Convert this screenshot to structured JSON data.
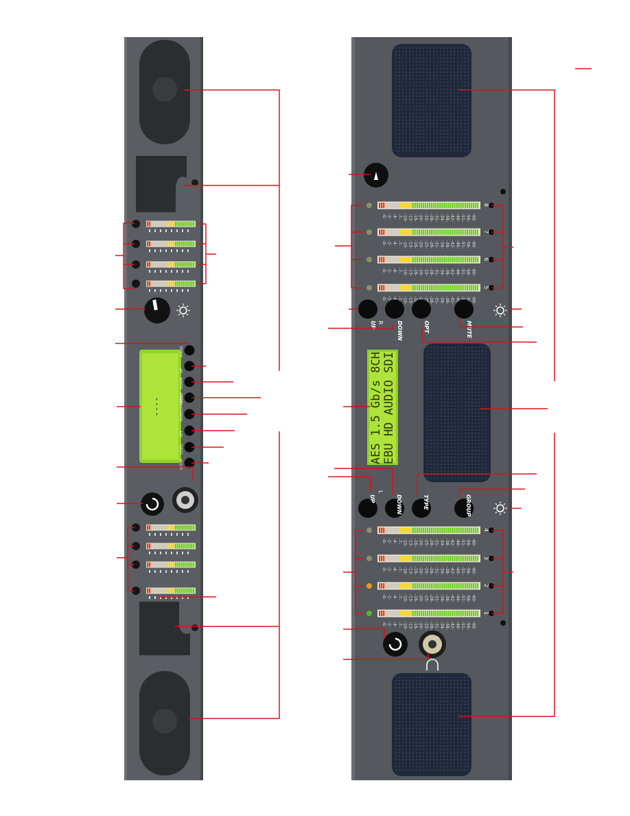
{
  "colors": {
    "panel": "#5a5d62",
    "panel_dark": "#4a4d52",
    "grille": "#20283a",
    "leader": "#d7141b",
    "lcd": "#aee33a",
    "lcd_text": "#2a3510",
    "meter_green": "#6bd020",
    "meter_yellow": "#f3d21b",
    "meter_red": "#e2401c",
    "meter_off": "#c9c3b4"
  },
  "icons": [
    "speaker-grille-icon",
    "knob-icon",
    "push-button-icon",
    "brightness-sun-icon",
    "headphones-icon",
    "headphone-jack-icon",
    "led-icon",
    "screw-icon"
  ],
  "display": {
    "line1": "AES 1.5 Gb/s 8CH",
    "line2": "EBU HD AUDIO SDI",
    "left_lcd_text": "----"
  },
  "right_panel": {
    "top_buttons": [
      {
        "label": "UP",
        "sublabel": "R"
      },
      {
        "label": "DOWN",
        "sublabel": ""
      },
      {
        "label": "OPT",
        "sublabel": ""
      },
      {
        "label": "MUTE",
        "sublabel": ""
      }
    ],
    "bottom_buttons": [
      {
        "label": "UP",
        "sublabel": "L"
      },
      {
        "label": "DOWN",
        "sublabel": ""
      },
      {
        "label": "TYPE",
        "sublabel": ""
      },
      {
        "label": "GROUP",
        "sublabel": ""
      }
    ],
    "upper_channels": [
      "8",
      "7",
      "6",
      "5"
    ],
    "lower_channels": [
      "4",
      "3",
      "2",
      "1"
    ],
    "scale": [
      "-0-",
      "-2-",
      "-4-",
      "-7-",
      "-10-",
      "-13-",
      "-16-",
      "-20-",
      "-25-",
      "-28-",
      "-31-",
      "-34-",
      "-38-",
      "-42-",
      "-46-",
      "-51-",
      "-56-",
      "-60-"
    ]
  },
  "left_panel": {
    "buttons": [
      "AUDIO",
      "UP",
      "DOWN",
      "GROUP",
      "MONO/STEREO",
      "OPT",
      "LEVEL",
      "SETUP"
    ]
  }
}
